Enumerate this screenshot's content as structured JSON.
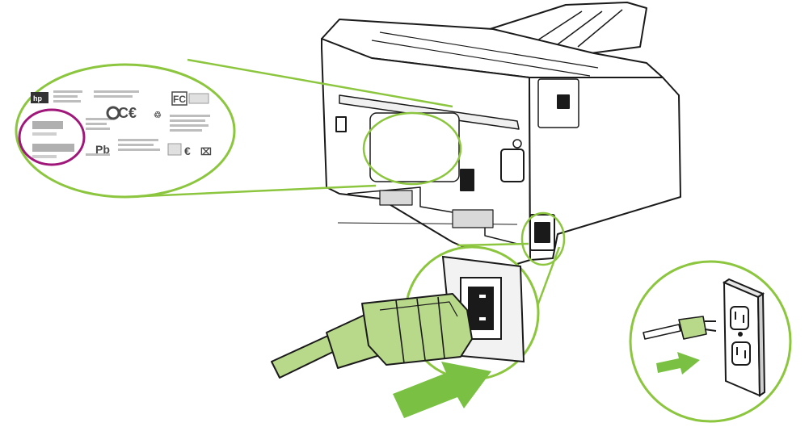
{
  "colors": {
    "callout_green": "#8cc63f",
    "arrow_green": "#7ac143",
    "cord_green": "#b8d88a",
    "highlight_magenta": "#a0177a",
    "outline": "#1a1a1a"
  },
  "label_callout": {
    "logo_text": "hp",
    "fcc_text": "FC",
    "ce_text": "C€"
  },
  "icons": [
    "label-callout",
    "serial-number-highlight",
    "power-socket-callout",
    "wall-outlet-callout",
    "insert-arrow"
  ]
}
